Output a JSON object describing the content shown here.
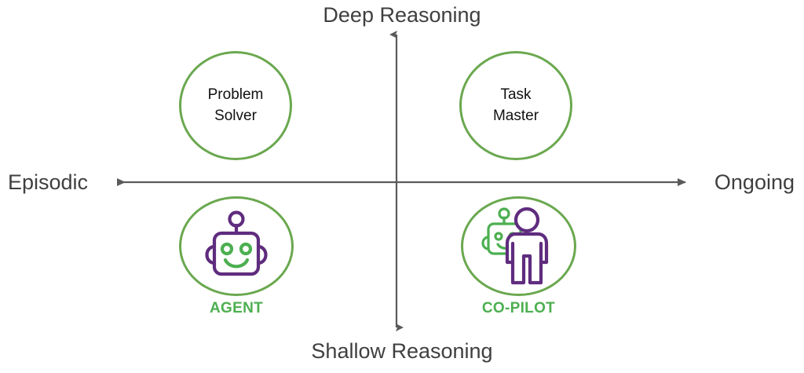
{
  "diagram": {
    "title": "Agent vs Co-Pilot quadrant matrix",
    "colors": {
      "axis": "#5a5a5a",
      "circle_stroke": "#6aa84f",
      "caption_green": "#4caf50",
      "icon_purple": "#5f2c7e",
      "icon_green": "#4caf50",
      "text_dark": "#3f3f3f"
    },
    "axes": {
      "vertical": {
        "top_label": "Deep Reasoning",
        "bottom_label": "Shallow Reasoning"
      },
      "horizontal": {
        "left_label": "Episodic",
        "right_label": "Ongoing"
      }
    },
    "quadrants": [
      {
        "id": "problem-solver",
        "position": "top-left",
        "label": "Problem\nSolver",
        "caption": "",
        "icon": "none"
      },
      {
        "id": "task-master",
        "position": "top-right",
        "label": "Task\nMaster",
        "caption": "",
        "icon": "none"
      },
      {
        "id": "agent",
        "position": "bottom-left",
        "label": "",
        "caption": "AGENT",
        "icon": "robot-icon"
      },
      {
        "id": "copilot",
        "position": "bottom-right",
        "label": "",
        "caption": "CO-PILOT",
        "icon": "robot-with-person-icon"
      }
    ]
  }
}
